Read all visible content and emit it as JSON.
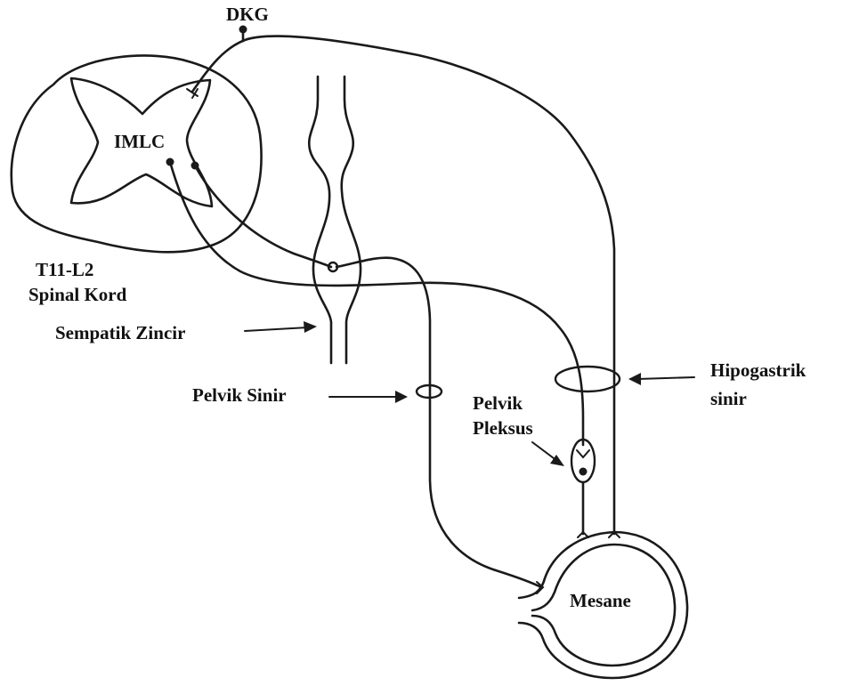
{
  "labels": {
    "dkg": "DKG",
    "imlc": "IMLC",
    "spinal_segment": "T11-L2",
    "spinal_cord": "Spinal Kord",
    "sympathetic_chain": "Sempatik Zincir",
    "pelvic_nerve": "Pelvik Sinir",
    "pelvic_plexus_line1": "Pelvik",
    "pelvic_plexus_line2": "Pleksus",
    "hypogastric_line1": "Hipogastrik",
    "hypogastric_line2": "sinir",
    "bladder": "Mesane"
  }
}
